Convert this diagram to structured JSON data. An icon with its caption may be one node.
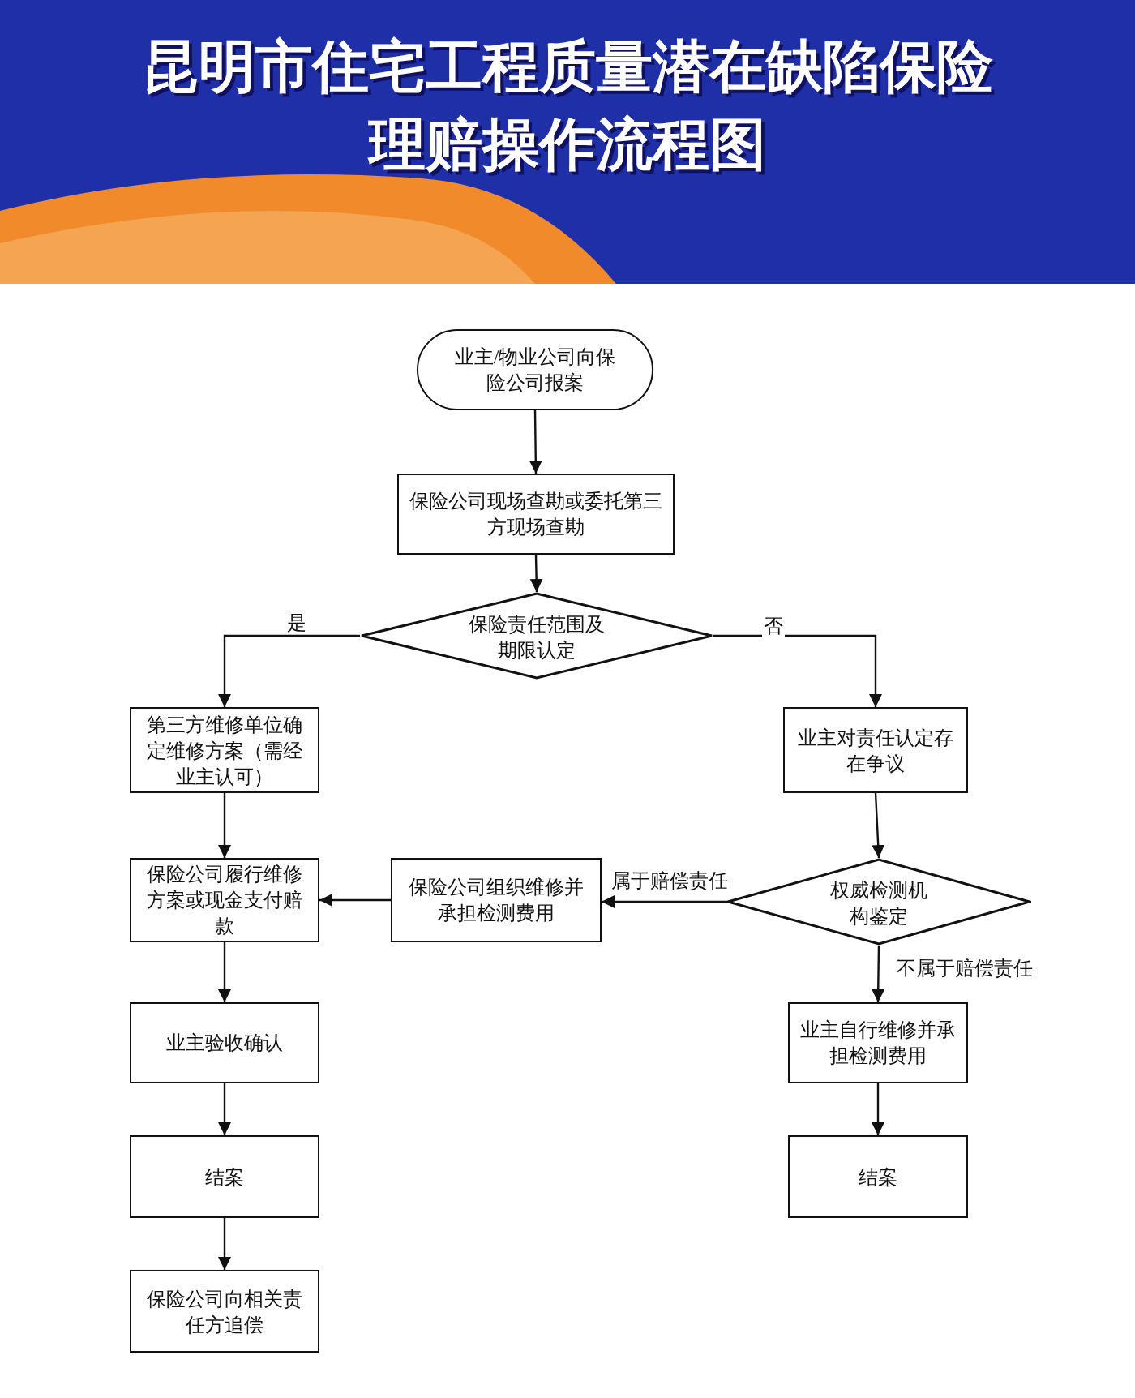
{
  "diagram": {
    "title": "昆明市住宅工程质量潜在缺陷保险理赔操作流程图",
    "nodes": [
      {
        "text": [
          "业主/物业公司向保险公司报案"
        ]
      },
      {
        "text": [
          "保险公司现场查勘或委托第三方现场查勘"
        ]
      },
      {
        "text": [
          "保险责任范围及期限认定"
        ]
      },
      {
        "text": [
          "第三方维修单位确定维修方案（需经业主认可）"
        ]
      },
      {
        "text": [
          "业主对责任认定存在争议"
        ]
      },
      {
        "text": [
          "保险公司履行维修方案或现金支付赔款"
        ]
      },
      {
        "text": [
          "保险公司组织维修并承担检测费用"
        ]
      },
      {
        "text": [
          "权威检测机构鉴定"
        ]
      },
      {
        "text": [
          "业主验收确认"
        ]
      },
      {
        "text": [
          "业主自行维修并承担检测费用"
        ]
      },
      {
        "text": [
          "结案"
        ]
      },
      {
        "text": [
          "结案"
        ]
      },
      {
        "text": [
          "保险公司向相关责任方追偿"
        ]
      }
    ],
    "edges": [
      {
        "from": 0,
        "to": 1,
        "arrow": "to"
      },
      {
        "from": 1,
        "to": 2,
        "arrow": "to"
      },
      {
        "from": 2,
        "to": 3,
        "arrow": "to",
        "label": "是"
      },
      {
        "from": 2,
        "to": 4,
        "arrow": "to",
        "label": "否"
      },
      {
        "from": 3,
        "to": 5,
        "arrow": "to"
      },
      {
        "from": 4,
        "to": 7,
        "arrow": "to"
      },
      {
        "from": 7,
        "to": 6,
        "arrow": "to",
        "label": "属于赔偿责任"
      },
      {
        "from": 6,
        "to": 5,
        "arrow": "to"
      },
      {
        "from": 7,
        "to": 9,
        "arrow": "to",
        "label": "不属于赔偿责任"
      },
      {
        "from": 5,
        "to": 8,
        "arrow": "to"
      },
      {
        "from": 8,
        "to": 10,
        "arrow": "to"
      },
      {
        "from": 10,
        "to": 12,
        "arrow": "to"
      },
      {
        "from": 9,
        "to": 11,
        "arrow": "to"
      }
    ]
  }
}
